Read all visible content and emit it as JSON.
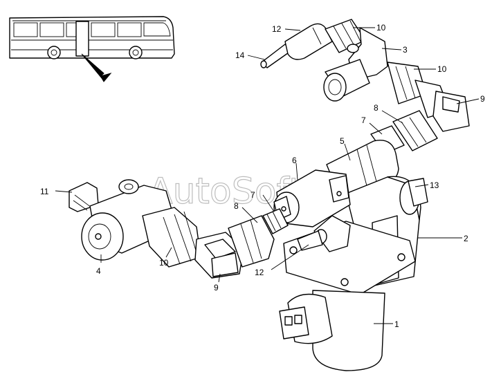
{
  "watermark": "AutoSoft",
  "callouts": [
    {
      "id": "c1",
      "text": "1"
    },
    {
      "id": "c2",
      "text": "2"
    },
    {
      "id": "c3",
      "text": "3"
    },
    {
      "id": "c4",
      "text": "4"
    },
    {
      "id": "c5",
      "text": "5"
    },
    {
      "id": "c6",
      "text": "6"
    },
    {
      "id": "c7a",
      "text": "7"
    },
    {
      "id": "c7b",
      "text": "7"
    },
    {
      "id": "c8a",
      "text": "8"
    },
    {
      "id": "c8b",
      "text": "8"
    },
    {
      "id": "c9a",
      "text": "9"
    },
    {
      "id": "c9b",
      "text": "9"
    },
    {
      "id": "c10a",
      "text": "10"
    },
    {
      "id": "c10b",
      "text": "10"
    },
    {
      "id": "c10c",
      "text": "10"
    },
    {
      "id": "c11",
      "text": "11"
    },
    {
      "id": "c12a",
      "text": "12"
    },
    {
      "id": "c12b",
      "text": "12"
    },
    {
      "id": "c13",
      "text": "13"
    },
    {
      "id": "c14",
      "text": "14"
    }
  ]
}
